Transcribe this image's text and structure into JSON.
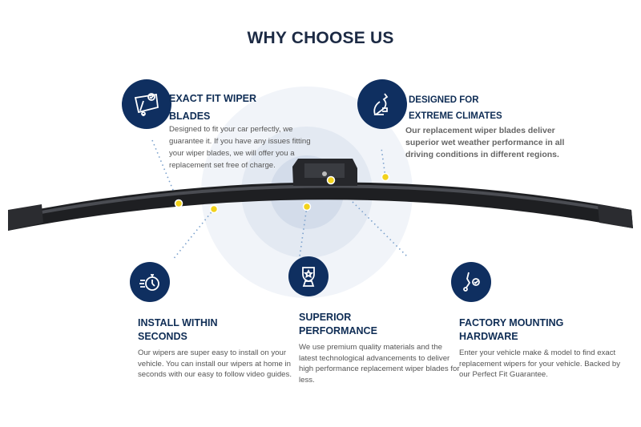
{
  "title": "WHY CHOOSE US",
  "features": [
    {
      "icon": "windshield-check-icon",
      "title_line1": "EXACT FIT WIPER",
      "title_line2": "BLADES",
      "description": [
        "Designed to fit your car perfectly, we",
        "guarantee it. If you have any issues fitting",
        "your wiper blades, we will offer you a",
        "replacement set free of charge."
      ]
    },
    {
      "icon": "kangaroo-icon",
      "title_line1": "DESIGNED FOR",
      "title_line2": "EXTREME CLIMATES",
      "description": [
        "Our replacement wiper blades deliver",
        "superior wet weather performance in all",
        "driving conditions in different regions."
      ]
    },
    {
      "icon": "stopwatch-icon",
      "title_line1": "INSTALL WITHIN",
      "title_line2": "SECONDS",
      "description": [
        "Our wipers are super easy to install on your",
        "vehicle. You can install our wipers at home in",
        "seconds with our easy to follow video guides."
      ]
    },
    {
      "icon": "trophy-shield-icon",
      "title_line1": "SUPERIOR",
      "title_line2": "PERFORMANCE",
      "description": [
        "We use premium quality materials and the",
        "latest technological advancements to deliver",
        "high performance replacement wiper blades for",
        "less."
      ]
    },
    {
      "icon": "wiper-arm-check-icon",
      "title_line1": "FACTORY MOUNTING",
      "title_line2": "HARDWARE",
      "description": [
        "Enter your vehicle make & model to find exact",
        "replacement wipers for your vehicle. Backed by",
        "our Perfect Fit Guarantee."
      ]
    }
  ],
  "colors": {
    "navy": "#0f2f60",
    "dot": "#f2d21b"
  }
}
